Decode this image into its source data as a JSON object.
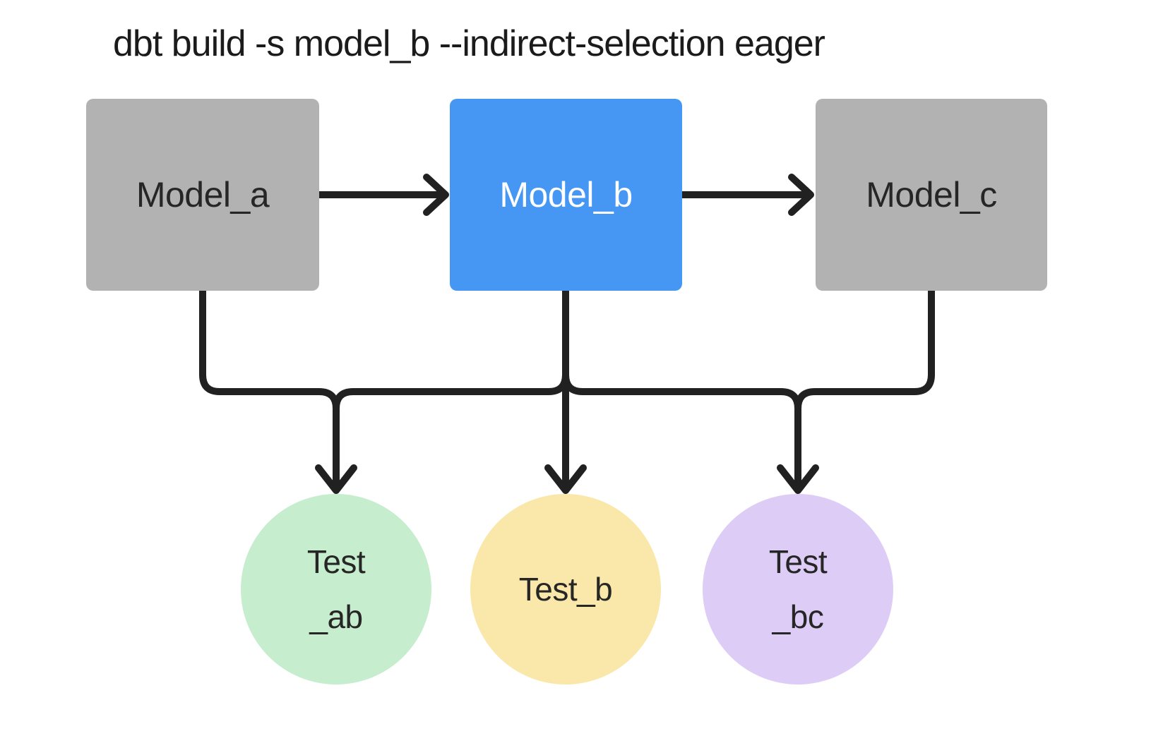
{
  "title": "dbt build -s model_b --indirect-selection eager",
  "colors": {
    "background": "#ffffff",
    "edge": "#212121",
    "title_text": "#1b1b1b",
    "model_fill": "#b2b2b2",
    "model_selected_fill": "#4697f3",
    "model_text": "#262626",
    "model_selected_text": "#ffffff",
    "test_text": "#262626",
    "test_ab_fill": "#c6edcd",
    "test_b_fill": "#f9e8aa",
    "test_bc_fill": "#ddcdf6"
  },
  "models": [
    {
      "label": "Model_a",
      "selected": false
    },
    {
      "label": "Model_b",
      "selected": true
    },
    {
      "label": "Model_c",
      "selected": false
    }
  ],
  "tests": [
    {
      "line1": "Test",
      "line2": "_ab"
    },
    {
      "line1": "Test_b",
      "line2": ""
    },
    {
      "line1": "Test",
      "line2": "_bc"
    }
  ],
  "edges": [
    {
      "from": "model_a",
      "to": "model_b"
    },
    {
      "from": "model_b",
      "to": "model_c"
    },
    {
      "from": "model_a",
      "to": "test_ab"
    },
    {
      "from": "model_b",
      "to": "test_ab"
    },
    {
      "from": "model_b",
      "to": "test_b"
    },
    {
      "from": "model_b",
      "to": "test_bc"
    },
    {
      "from": "model_c",
      "to": "test_bc"
    }
  ]
}
